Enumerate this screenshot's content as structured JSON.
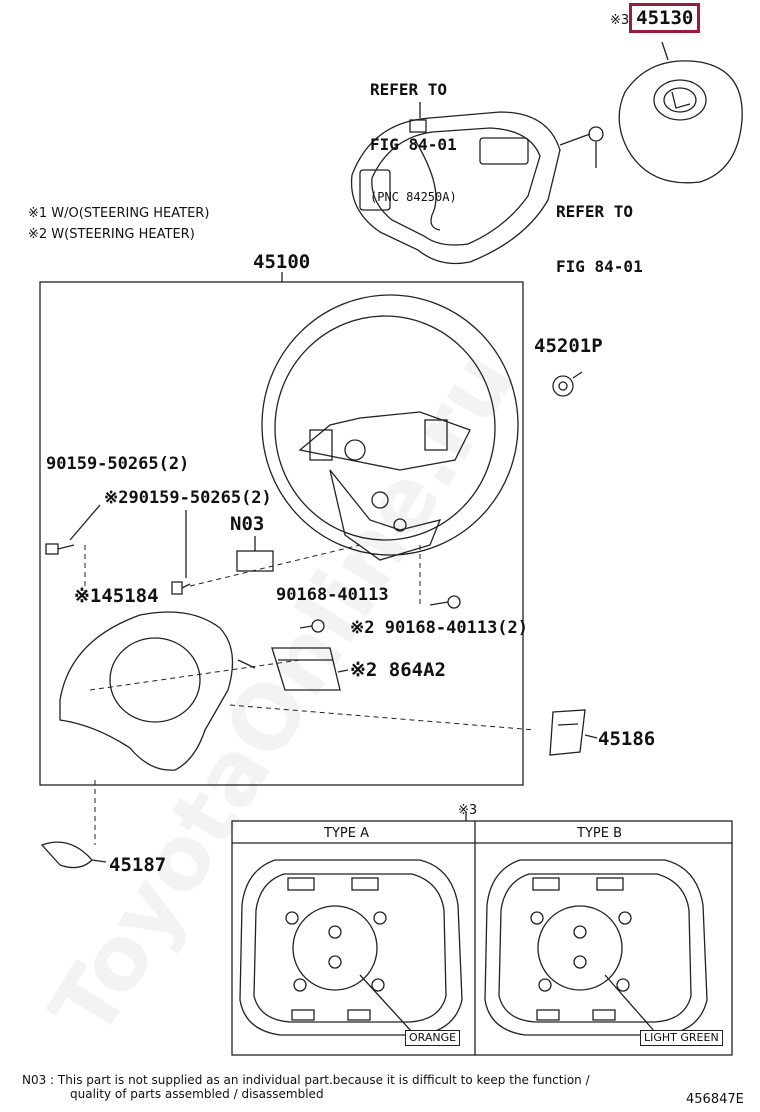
{
  "notes": {
    "note1": "※1 W/O(STEERING HEATER)",
    "note2": "※2 W(STEERING HEATER)",
    "note3_marker": "※3"
  },
  "parts": {
    "p45130": "45130",
    "p45130_marker": "※3",
    "p45100": "45100",
    "p45201p": "45201P",
    "p90159_a": "90159-50265(2)",
    "p90159_b": "※290159-50265(2)",
    "n03": "N03",
    "p45184": "※145184",
    "p90168_a": "90168-40113",
    "p90168_b": "※2 90168-40113(2)",
    "p864a2": "※2 864A2",
    "p45186": "45186",
    "p45187": "45187"
  },
  "refs": {
    "ref1_line1": "REFER TO",
    "ref1_line2": "FIG 84-01",
    "ref1_pnc": "(PNC 84250A)",
    "ref2_line1": "REFER TO",
    "ref2_line2": "FIG 84-01"
  },
  "types": {
    "type_a": "TYPE A",
    "type_b": "TYPE B",
    "orange": "ORANGE",
    "light_green": "LIGHT GREEN"
  },
  "footer": {
    "n03_note_line1": "N03 :  This part is not supplied as an individual part.because it is difficult to keep the function /",
    "n03_note_line2": "quality of parts assembled / disassembled",
    "figure_code": "456847E"
  },
  "watermark": "ToyotaOnline.ru",
  "colors": {
    "highlight": "#9a1b3a",
    "line": "#222222"
  }
}
